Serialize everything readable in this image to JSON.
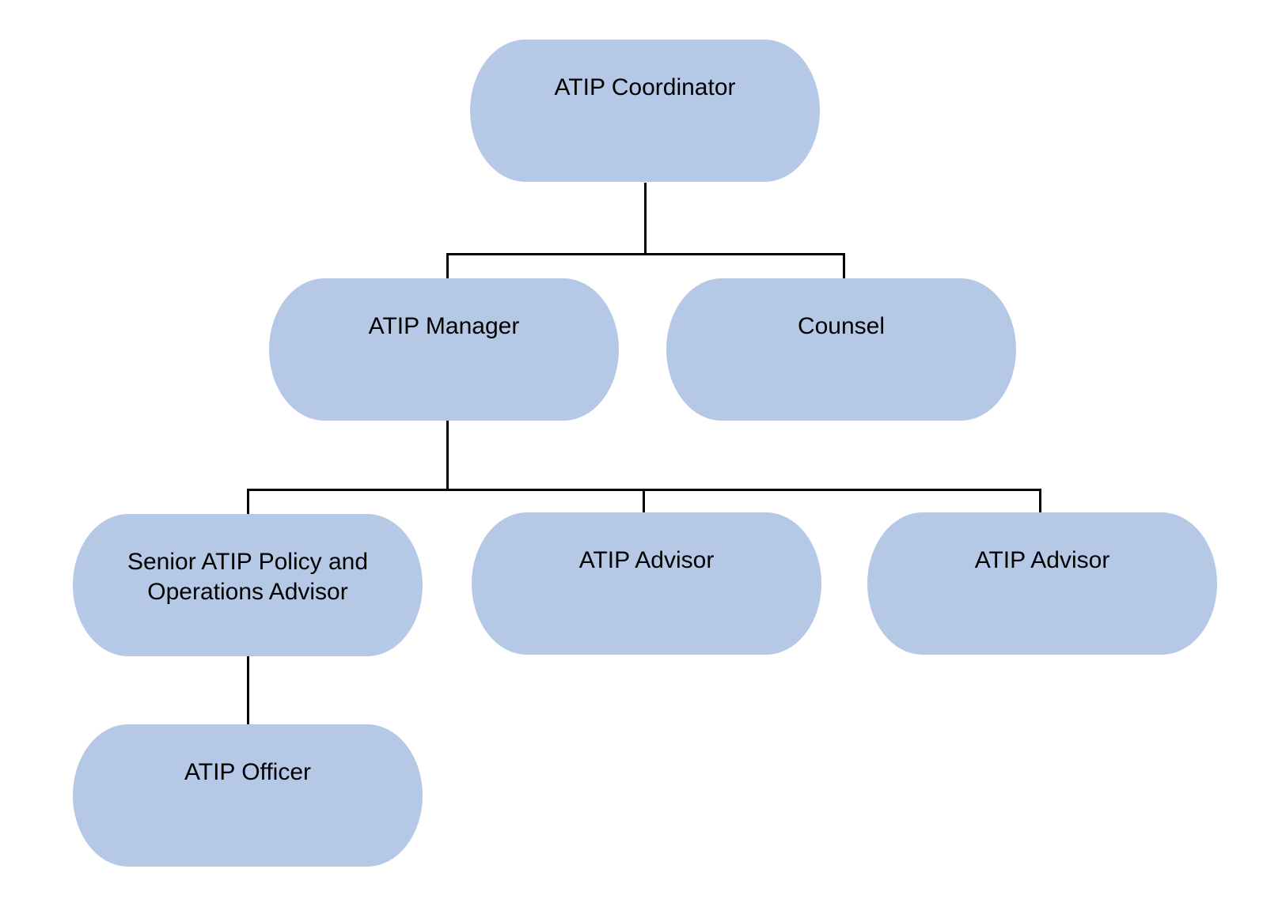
{
  "org_chart": {
    "node_fill": "#b5c8e5",
    "line_color": "#000000",
    "nodes": [
      {
        "id": "coordinator",
        "label": "ATIP Coordinator"
      },
      {
        "id": "manager",
        "label": "ATIP Manager"
      },
      {
        "id": "counsel",
        "label": "Counsel"
      },
      {
        "id": "senior_advisor",
        "label": "Senior ATIP Policy and\nOperations Advisor"
      },
      {
        "id": "advisor_1",
        "label": "ATIP Advisor"
      },
      {
        "id": "advisor_2",
        "label": "ATIP Advisor"
      },
      {
        "id": "officer",
        "label": "ATIP Officer"
      }
    ],
    "edges": [
      {
        "from": "coordinator",
        "to": "manager"
      },
      {
        "from": "coordinator",
        "to": "counsel"
      },
      {
        "from": "manager",
        "to": "senior_advisor"
      },
      {
        "from": "manager",
        "to": "advisor_1"
      },
      {
        "from": "manager",
        "to": "advisor_2"
      },
      {
        "from": "senior_advisor",
        "to": "officer"
      }
    ]
  }
}
